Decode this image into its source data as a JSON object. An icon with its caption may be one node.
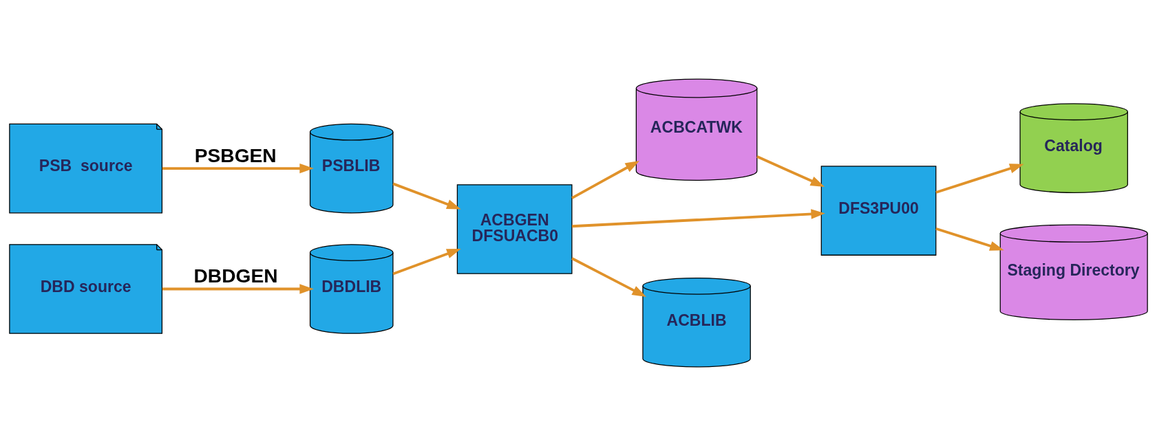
{
  "diagram": {
    "nodes": [
      {
        "text": [
          "PSB  source"
        ]
      },
      {
        "text": [
          "DBD source"
        ]
      },
      {
        "text": [
          "PSBLIB"
        ]
      },
      {
        "text": [
          "DBDLIB"
        ]
      },
      {
        "text": [
          "ACBGEN",
          "DFSUACB0"
        ]
      },
      {
        "text": [
          "ACBCATWK"
        ]
      },
      {
        "text": [
          "DFS3PU00"
        ]
      },
      {
        "text": [
          "ACBLIB"
        ]
      },
      {
        "text": [
          "Catalog"
        ]
      },
      {
        "text": [
          "Staging Directory"
        ]
      }
    ],
    "edges": [
      {
        "from": 0,
        "to": 2,
        "arrow": "to",
        "label": "PSBGEN"
      },
      {
        "from": 1,
        "to": 3,
        "arrow": "to",
        "label": "DBDGEN"
      },
      {
        "from": 2,
        "to": 4,
        "arrow": "to"
      },
      {
        "from": 3,
        "to": 4,
        "arrow": "to"
      },
      {
        "from": 4,
        "to": 7,
        "arrow": "to"
      },
      {
        "from": 4,
        "to": 6,
        "arrow": "to"
      },
      {
        "from": 4,
        "to": 5,
        "arrow": "to"
      },
      {
        "from": 5,
        "to": 6,
        "arrow": "to"
      },
      {
        "from": 6,
        "to": 8,
        "arrow": "to"
      },
      {
        "from": 6,
        "to": 9,
        "arrow": "to"
      }
    ]
  }
}
